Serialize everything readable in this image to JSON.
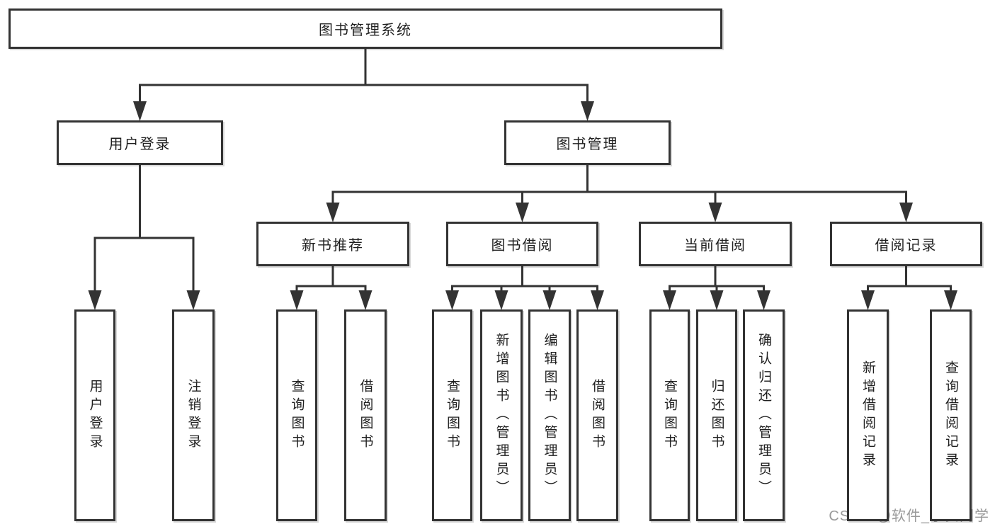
{
  "watermark": "CSDN @软件_小贺同学",
  "colors": {
    "line": "#333333",
    "box_border": "#333333",
    "text": "#1f1f1f",
    "watermark": "#9a9a9a",
    "background": "#ffffff"
  },
  "tree": {
    "id": "system",
    "label": "图书管理系统",
    "children": [
      {
        "id": "user-login",
        "label": "用户登录",
        "children": [
          {
            "id": "user-login-leaf",
            "label": "用户登录"
          },
          {
            "id": "logout-leaf",
            "label": "注销登录"
          }
        ]
      },
      {
        "id": "book-mgmt",
        "label": "图书管理",
        "children": [
          {
            "id": "new-book-rec",
            "label": "新书推荐",
            "children": [
              {
                "id": "nbr-query",
                "label": "查询图书"
              },
              {
                "id": "nbr-borrow",
                "label": "借阅图书"
              }
            ]
          },
          {
            "id": "book-borrow",
            "label": "图书借阅",
            "children": [
              {
                "id": "bb-query",
                "label": "查询图书"
              },
              {
                "id": "bb-add",
                "label": "新增图书（管理员）"
              },
              {
                "id": "bb-edit",
                "label": "编辑图书（管理员）"
              },
              {
                "id": "bb-borrow",
                "label": "借阅图书"
              }
            ]
          },
          {
            "id": "current-borrow",
            "label": "当前借阅",
            "children": [
              {
                "id": "cb-query",
                "label": "查询图书"
              },
              {
                "id": "cb-return",
                "label": "归还图书"
              },
              {
                "id": "cb-confirm",
                "label": "确认归还（管理员）"
              }
            ]
          },
          {
            "id": "borrow-record",
            "label": "借阅记录",
            "children": [
              {
                "id": "br-add",
                "label": "新增借阅记录"
              },
              {
                "id": "br-query",
                "label": "查询借阅记录"
              }
            ]
          }
        ]
      }
    ]
  }
}
